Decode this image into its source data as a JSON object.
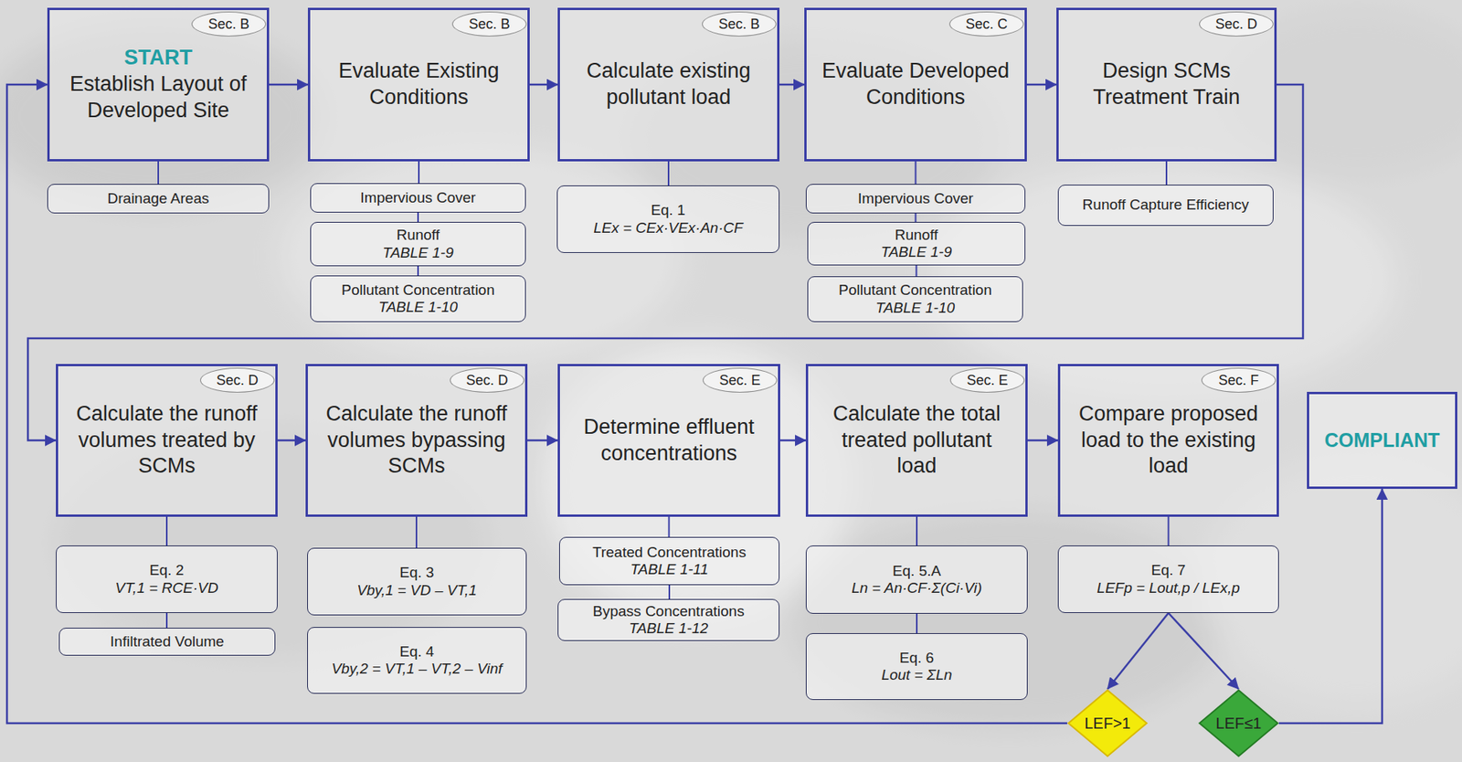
{
  "diagram": {
    "nodes": [
      {
        "text": [
          "START",
          "Establish Layout of Developed Site"
        ]
      },
      {
        "text": [
          "Sec. B"
        ],
        "in": 0
      },
      {
        "text": [
          "Drainage Areas"
        ]
      },
      {
        "text": [
          "Evaluate Existing Conditions"
        ]
      },
      {
        "text": [
          "Sec. B"
        ],
        "in": 3
      },
      {
        "text": [
          "Impervious Cover"
        ]
      },
      {
        "text": [
          "Runoff",
          "TABLE 1-9"
        ]
      },
      {
        "text": [
          "Pollutant Concentration",
          "TABLE 1-10"
        ]
      },
      {
        "text": [
          "Calculate existing pollutant load"
        ]
      },
      {
        "text": [
          "Sec. B"
        ],
        "in": 8
      },
      {
        "text": [
          "Eq. 1",
          "LEx = CEx·VEx·An·CF"
        ]
      },
      {
        "text": [
          "Evaluate Developed Conditions"
        ]
      },
      {
        "text": [
          "Sec. C"
        ],
        "in": 11
      },
      {
        "text": [
          "Impervious Cover"
        ]
      },
      {
        "text": [
          "Runoff",
          "TABLE 1-9"
        ]
      },
      {
        "text": [
          "Pollutant Concentration",
          "TABLE 1-10"
        ]
      },
      {
        "text": [
          "Design SCMs Treatment Train"
        ]
      },
      {
        "text": [
          "Sec. D"
        ],
        "in": 16
      },
      {
        "text": [
          "Runoff Capture Efficiency"
        ]
      },
      {
        "text": [
          "Calculate the runoff volumes treated by SCMs"
        ]
      },
      {
        "text": [
          "Sec. D"
        ],
        "in": 19
      },
      {
        "text": [
          "Eq. 2",
          "VT,1 = RCE·VD"
        ]
      },
      {
        "text": [
          "Infiltrated Volume"
        ]
      },
      {
        "text": [
          "Calculate the runoff volumes bypassing SCMs"
        ]
      },
      {
        "text": [
          "Sec. D"
        ],
        "in": 23
      },
      {
        "text": [
          "Eq. 3",
          "Vby,1 = VD – VT,1"
        ]
      },
      {
        "text": [
          "Eq. 4",
          "Vby,2 = VT,1 – VT,2 – Vinf"
        ]
      },
      {
        "text": [
          "Determine effluent concentrations"
        ]
      },
      {
        "text": [
          "Sec. E"
        ],
        "in": 27
      },
      {
        "text": [
          "Treated Concentrations",
          "TABLE 1-11"
        ]
      },
      {
        "text": [
          "Bypass Concentrations",
          "TABLE 1-12"
        ]
      },
      {
        "text": [
          "Calculate the total treated pollutant load"
        ]
      },
      {
        "text": [
          "Sec. E"
        ],
        "in": 31
      },
      {
        "text": [
          "Eq. 5.A",
          "Ln = An·CF·Σ(Ci·Vi)"
        ]
      },
      {
        "text": [
          "Eq. 6",
          "Lout = ΣLn"
        ]
      },
      {
        "text": [
          "Compare proposed load to the existing load"
        ]
      },
      {
        "text": [
          "Sec. F"
        ],
        "in": 35
      },
      {
        "text": [
          "Eq. 7",
          "LEFp = Lout,p / LEx,p"
        ]
      },
      {
        "text": [
          "COMPLIANT"
        ]
      },
      {
        "text": [
          "LEF>1"
        ]
      },
      {
        "text": [
          "LEF≤1"
        ]
      }
    ],
    "edges": [
      {
        "from": 0,
        "to": 3,
        "arrow": "to"
      },
      {
        "from": 3,
        "to": 8,
        "arrow": "to"
      },
      {
        "from": 8,
        "to": 11,
        "arrow": "to"
      },
      {
        "from": 11,
        "to": 16,
        "arrow": "to"
      },
      {
        "from": 16,
        "to": 19,
        "arrow": "to"
      },
      {
        "from": 19,
        "to": 23,
        "arrow": "to"
      },
      {
        "from": 23,
        "to": 27,
        "arrow": "to"
      },
      {
        "from": 27,
        "to": 31,
        "arrow": "to"
      },
      {
        "from": 31,
        "to": 35,
        "arrow": "to"
      },
      {
        "from": 37,
        "to": 39,
        "arrow": "to"
      },
      {
        "from": 37,
        "to": 40,
        "arrow": "to"
      },
      {
        "from": 40,
        "to": 38,
        "arrow": "to"
      },
      {
        "from": 39,
        "to": 0,
        "arrow": "to"
      },
      {
        "from": 0,
        "to": 2,
        "arrow": "none"
      },
      {
        "from": 3,
        "to": 5,
        "arrow": "none"
      },
      {
        "from": 5,
        "to": 6,
        "arrow": "none"
      },
      {
        "from": 6,
        "to": 7,
        "arrow": "none"
      },
      {
        "from": 8,
        "to": 10,
        "arrow": "none"
      },
      {
        "from": 11,
        "to": 13,
        "arrow": "none"
      },
      {
        "from": 13,
        "to": 14,
        "arrow": "none"
      },
      {
        "from": 14,
        "to": 15,
        "arrow": "none"
      },
      {
        "from": 16,
        "to": 18,
        "arrow": "none"
      },
      {
        "from": 19,
        "to": 21,
        "arrow": "none"
      },
      {
        "from": 21,
        "to": 22,
        "arrow": "none"
      },
      {
        "from": 23,
        "to": 25,
        "arrow": "none"
      },
      {
        "from": 27,
        "to": 29,
        "arrow": "none"
      },
      {
        "from": 29,
        "to": 30,
        "arrow": "none"
      },
      {
        "from": 31,
        "to": 33,
        "arrow": "none"
      },
      {
        "from": 33,
        "to": 34,
        "arrow": "none"
      },
      {
        "from": 35,
        "to": 37,
        "arrow": "none"
      }
    ]
  }
}
